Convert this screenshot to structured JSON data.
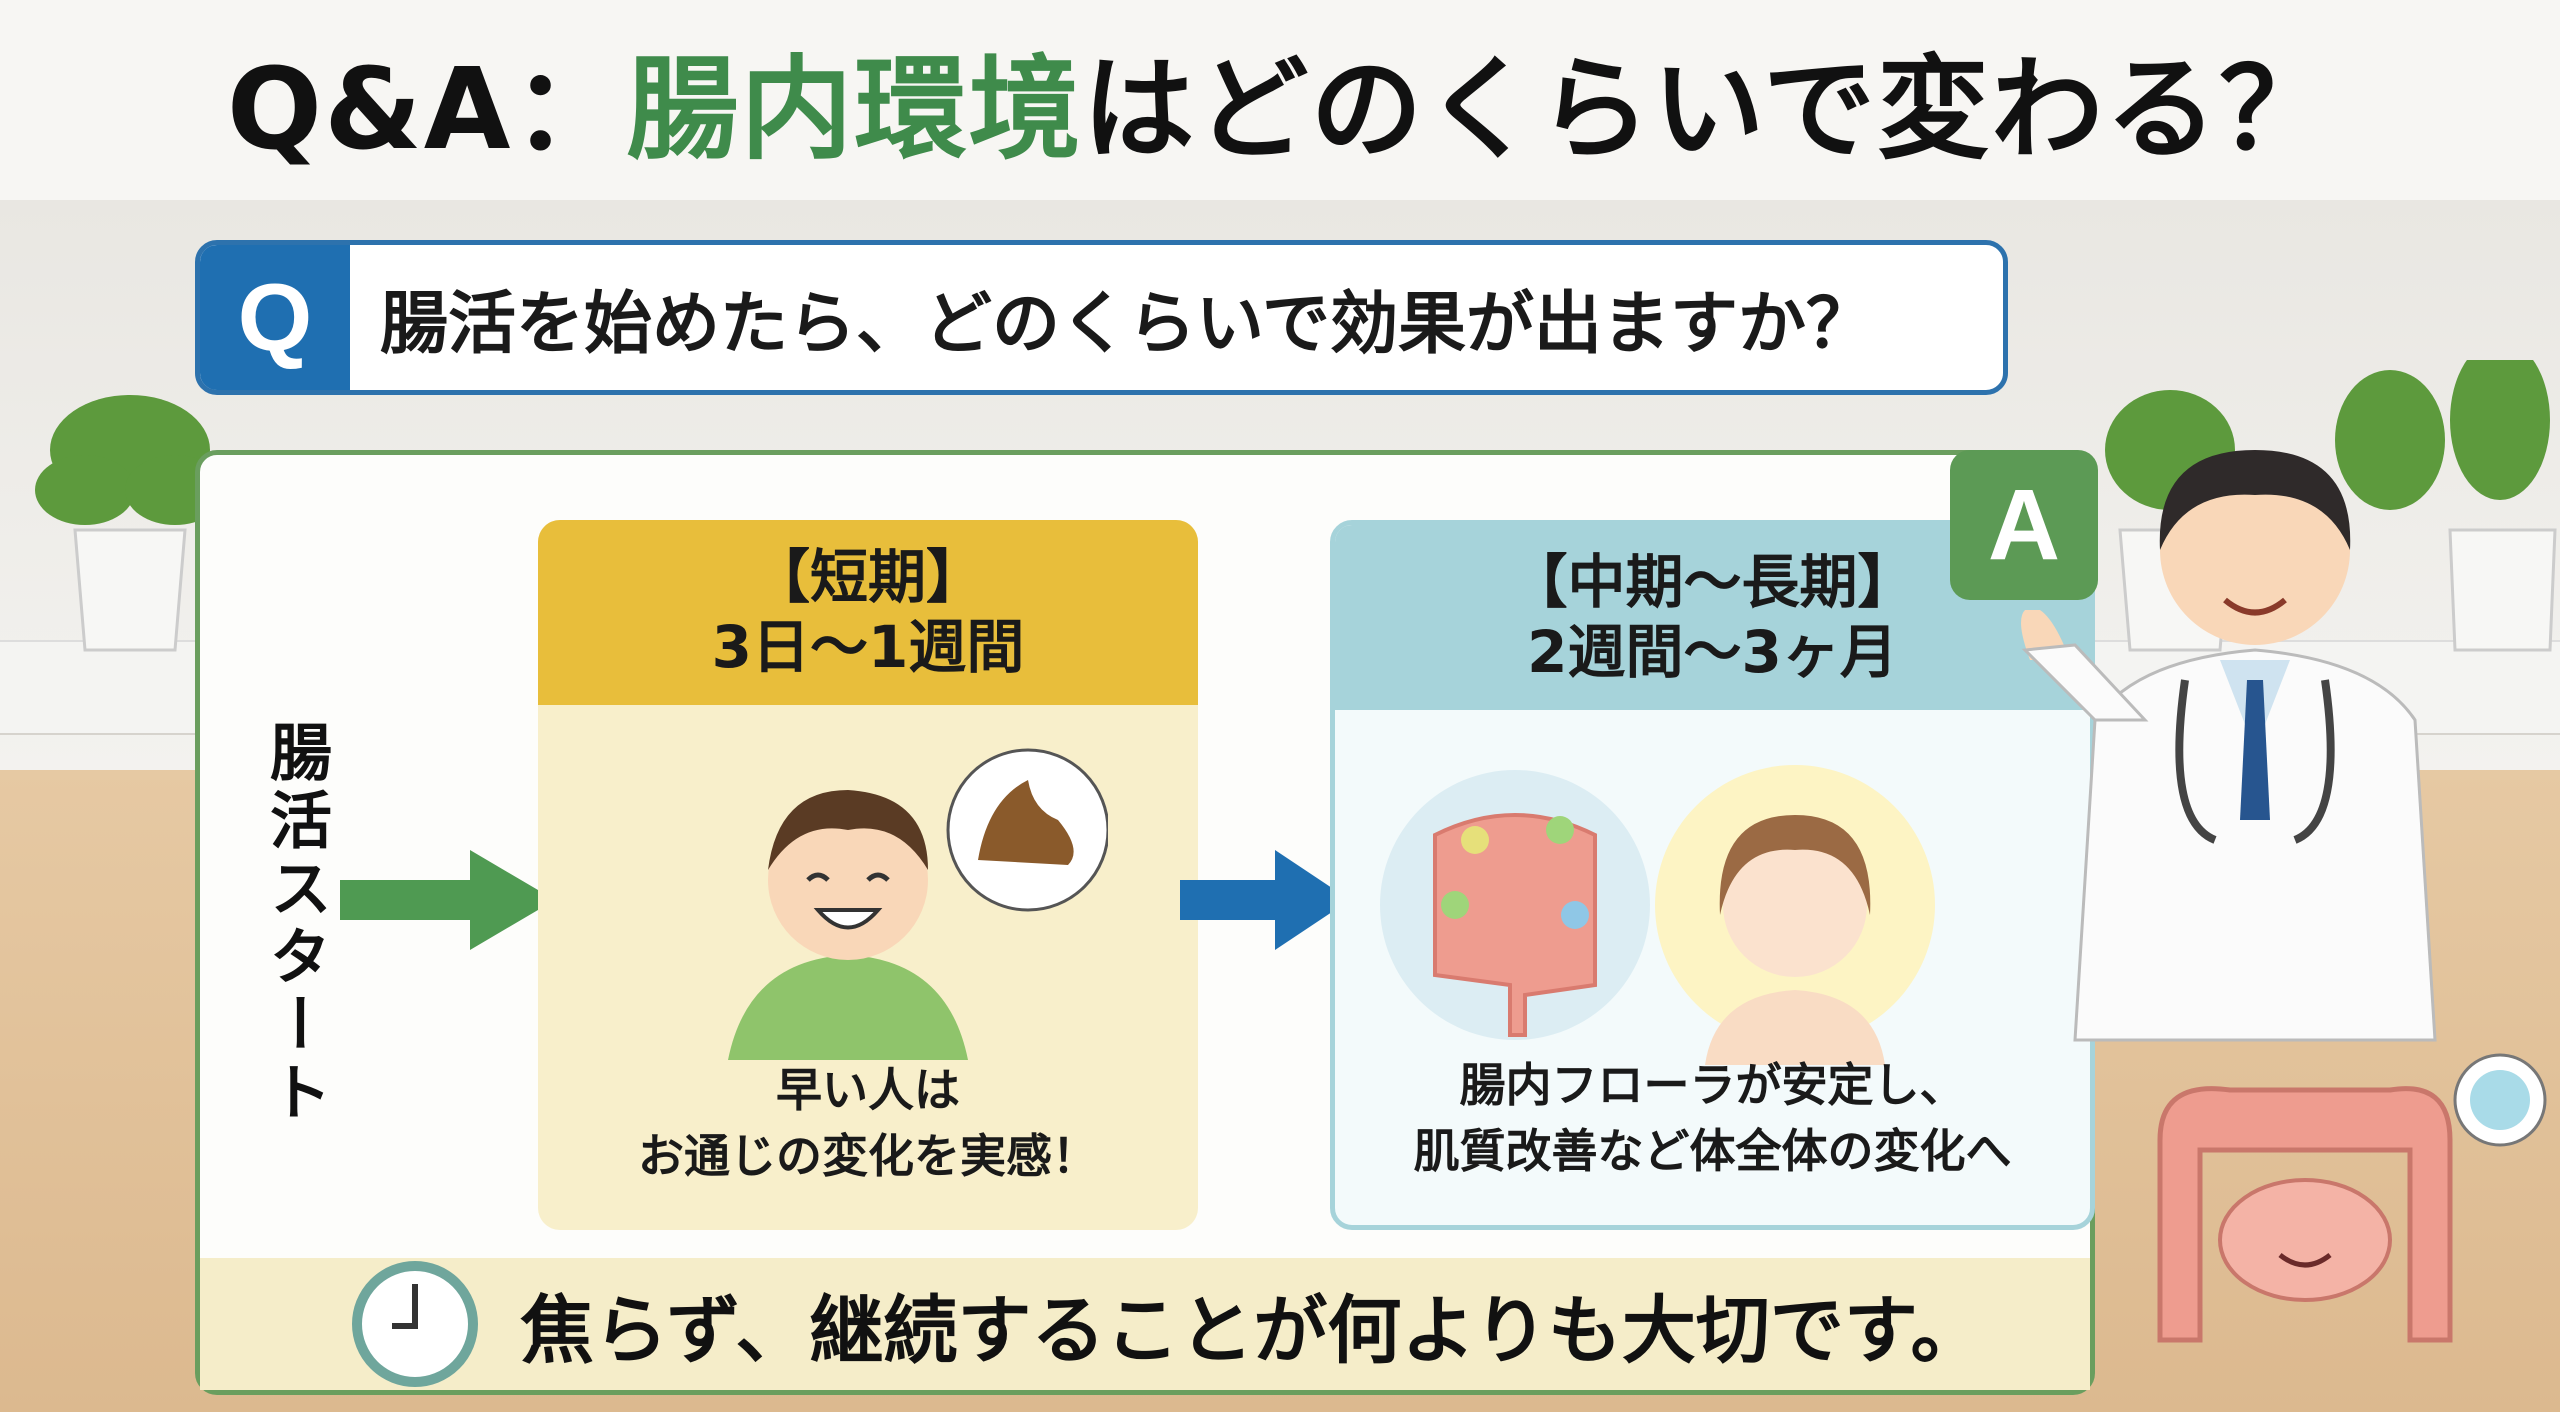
{
  "title": {
    "prefix": "Q&A：",
    "highlight": "腸内環境",
    "suffix": "はどのくらいで変わる？"
  },
  "question": {
    "badge": "Q",
    "text": "腸活を始めたら、どのくらいで効果が出ますか？"
  },
  "answer": {
    "badge": "A"
  },
  "start_label": "腸活スタート",
  "short_term": {
    "label": "【短期】",
    "period": "3日〜1週間",
    "line1": "早い人は",
    "line2": "お通じの変化を実感！"
  },
  "long_term": {
    "label": "【中期〜長期】",
    "period": "2週間〜3ヶ月",
    "line1": "腸内フローラが安定し、",
    "line2": "肌質改善など体全体の変化へ"
  },
  "conclusion": "焦らず、継続することが何よりも大切です。",
  "colors": {
    "green": "#3f8b4b",
    "blue": "#1f6fb1",
    "yellow": "#e8be3b",
    "teal": "#a6d3da"
  }
}
